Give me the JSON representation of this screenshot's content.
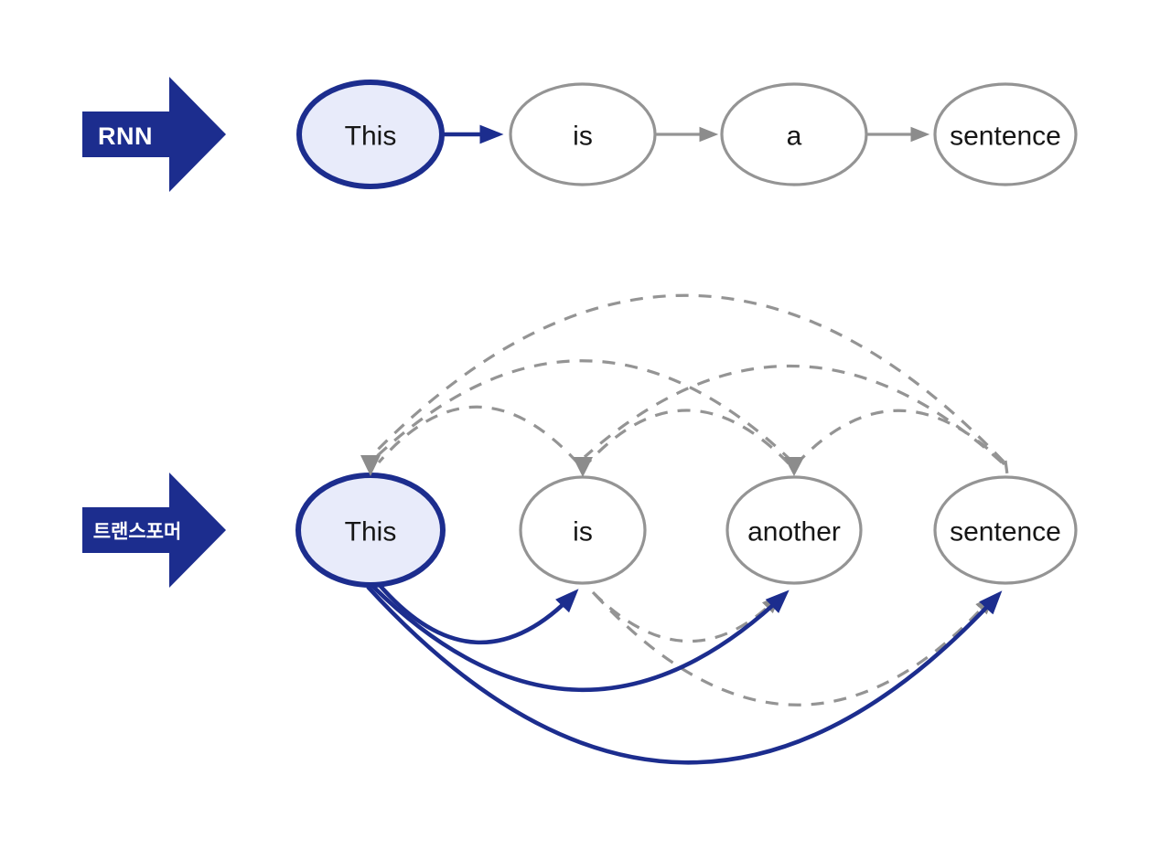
{
  "colors": {
    "navy": "#1c2d8e",
    "node_gray": "#949494",
    "arrow_gray": "#8c8c8c",
    "highlight_fill": "#e8ebfa",
    "node_fill": "#ffffff",
    "text": "#161616",
    "bg": "#ffffff"
  },
  "rnn_row": {
    "label": "RNN",
    "nodes": [
      "This",
      "is",
      "a",
      "sentence"
    ]
  },
  "transformer_row": {
    "label": "트랜스포머",
    "nodes": [
      "This",
      "is",
      "another",
      "sentence"
    ]
  }
}
